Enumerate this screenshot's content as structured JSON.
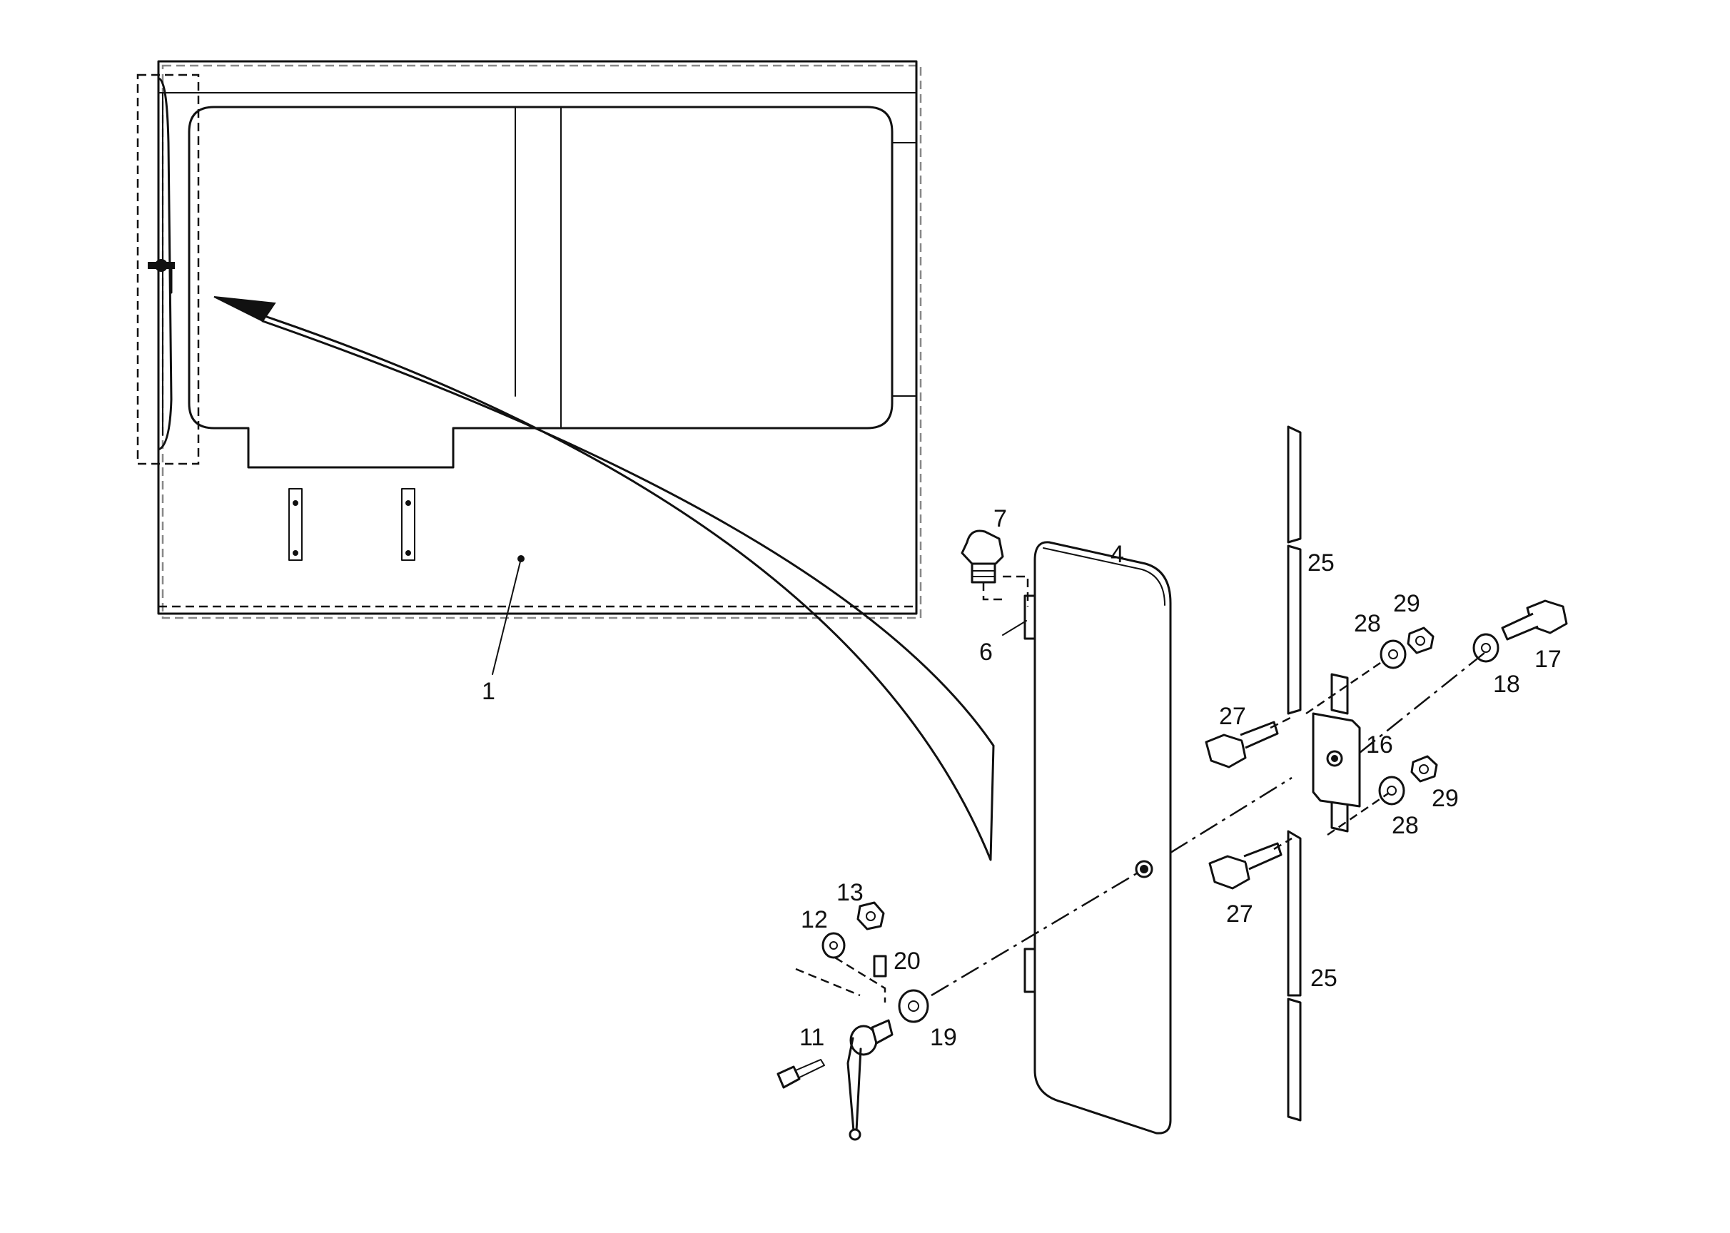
{
  "callouts": [
    {
      "id": "c1",
      "text": "1"
    },
    {
      "id": "c4",
      "text": "4"
    },
    {
      "id": "c6",
      "text": "6"
    },
    {
      "id": "c7",
      "text": "7"
    },
    {
      "id": "c11",
      "text": "11"
    },
    {
      "id": "c12",
      "text": "12"
    },
    {
      "id": "c13",
      "text": "13"
    },
    {
      "id": "c16",
      "text": "16"
    },
    {
      "id": "c17",
      "text": "17"
    },
    {
      "id": "c18",
      "text": "18"
    },
    {
      "id": "c19",
      "text": "19"
    },
    {
      "id": "c20",
      "text": "20"
    },
    {
      "id": "c25a",
      "text": "25"
    },
    {
      "id": "c25b",
      "text": "25"
    },
    {
      "id": "c27a",
      "text": "27"
    },
    {
      "id": "c27b",
      "text": "27"
    },
    {
      "id": "c28a",
      "text": "28"
    },
    {
      "id": "c28b",
      "text": "28"
    },
    {
      "id": "c29a",
      "text": "29"
    },
    {
      "id": "c29b",
      "text": "29"
    }
  ]
}
